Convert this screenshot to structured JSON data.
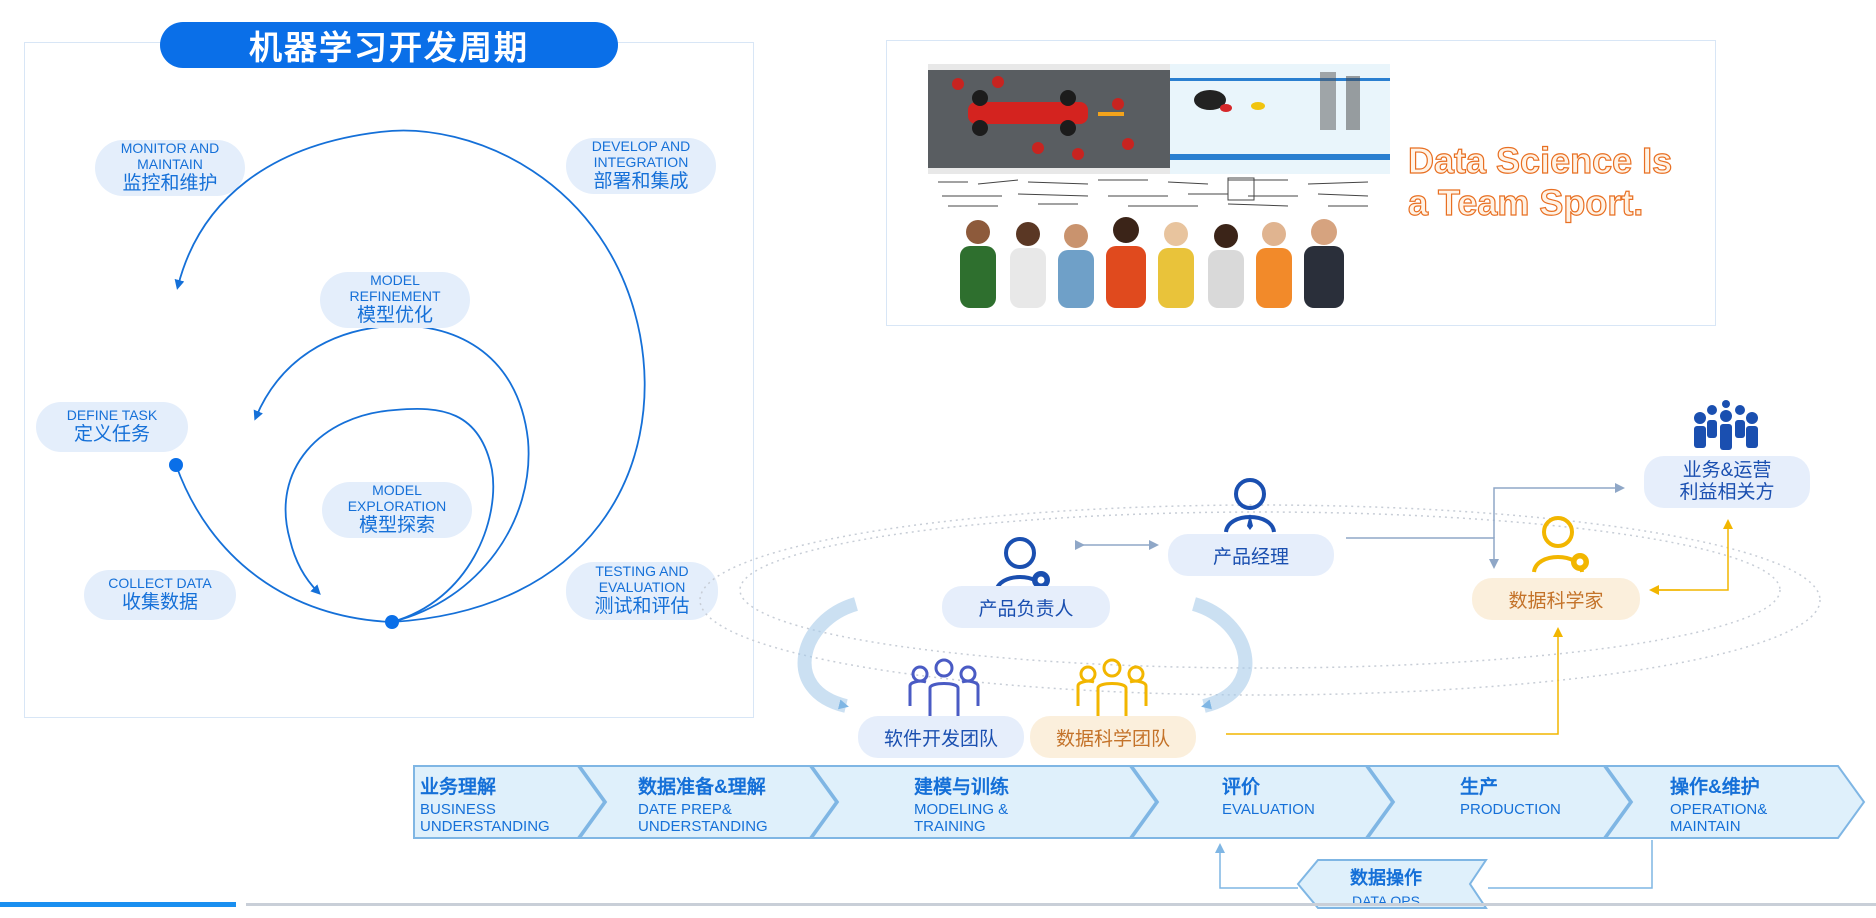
{
  "cycle": {
    "title": "机器学习开发周期",
    "stages": [
      {
        "en1": "MONITOR AND",
        "en2": "MAINTAIN",
        "zh": "监控和维护"
      },
      {
        "en1": "DEVELOP AND",
        "en2": "INTEGRATION",
        "zh": "部署和集成"
      },
      {
        "en1": "MODEL",
        "en2": "REFINEMENT",
        "zh": "模型优化"
      },
      {
        "en1": "DEFINE TASK",
        "en2": "",
        "zh": "定义任务"
      },
      {
        "en1": "MODEL",
        "en2": "EXPLORATION",
        "zh": "模型探索"
      },
      {
        "en1": "COLLECT DATA",
        "en2": "",
        "zh": "收集数据"
      },
      {
        "en1": "TESTING AND",
        "en2": "EVALUATION",
        "zh": "测试和评估"
      }
    ]
  },
  "banner": {
    "slogan_line1": "Data Science Is",
    "slogan_line2": "a Team Sport."
  },
  "roles": {
    "product_owner": "产品负责人",
    "product_manager": "产品经理",
    "data_scientist": "数据科学家",
    "stakeholders_line1": "业务&运营",
    "stakeholders_line2": "利益相关方",
    "dev_team": "软件开发团队",
    "ds_team": "数据科学团队"
  },
  "process": {
    "steps": [
      {
        "zh": "业务理解",
        "en1": "BUSINESS",
        "en2": "UNDERSTANDING"
      },
      {
        "zh": "数据准备&理解",
        "en1": "DATE PREP&",
        "en2": "UNDERSTANDING"
      },
      {
        "zh": "建模与训练",
        "en1": "MODELING &",
        "en2": "TRAINING"
      },
      {
        "zh": "评价",
        "en1": "EVALUATION",
        "en2": ""
      },
      {
        "zh": "生产",
        "en1": "PRODUCTION",
        "en2": ""
      },
      {
        "zh": "操作&维护",
        "en1": "OPERATION&",
        "en2": "MAINTAIN"
      }
    ],
    "dataops_zh": "数据操作",
    "dataops_en": "DATA OPS"
  },
  "colors": {
    "accent": "#0a6fe8",
    "cycle_line": "#1570d8",
    "role_blue": "#1a4fb0",
    "role_orange": "#f2b600",
    "chevron_fill": "#dff0fb",
    "chevron_stroke": "#7fb6e4"
  }
}
